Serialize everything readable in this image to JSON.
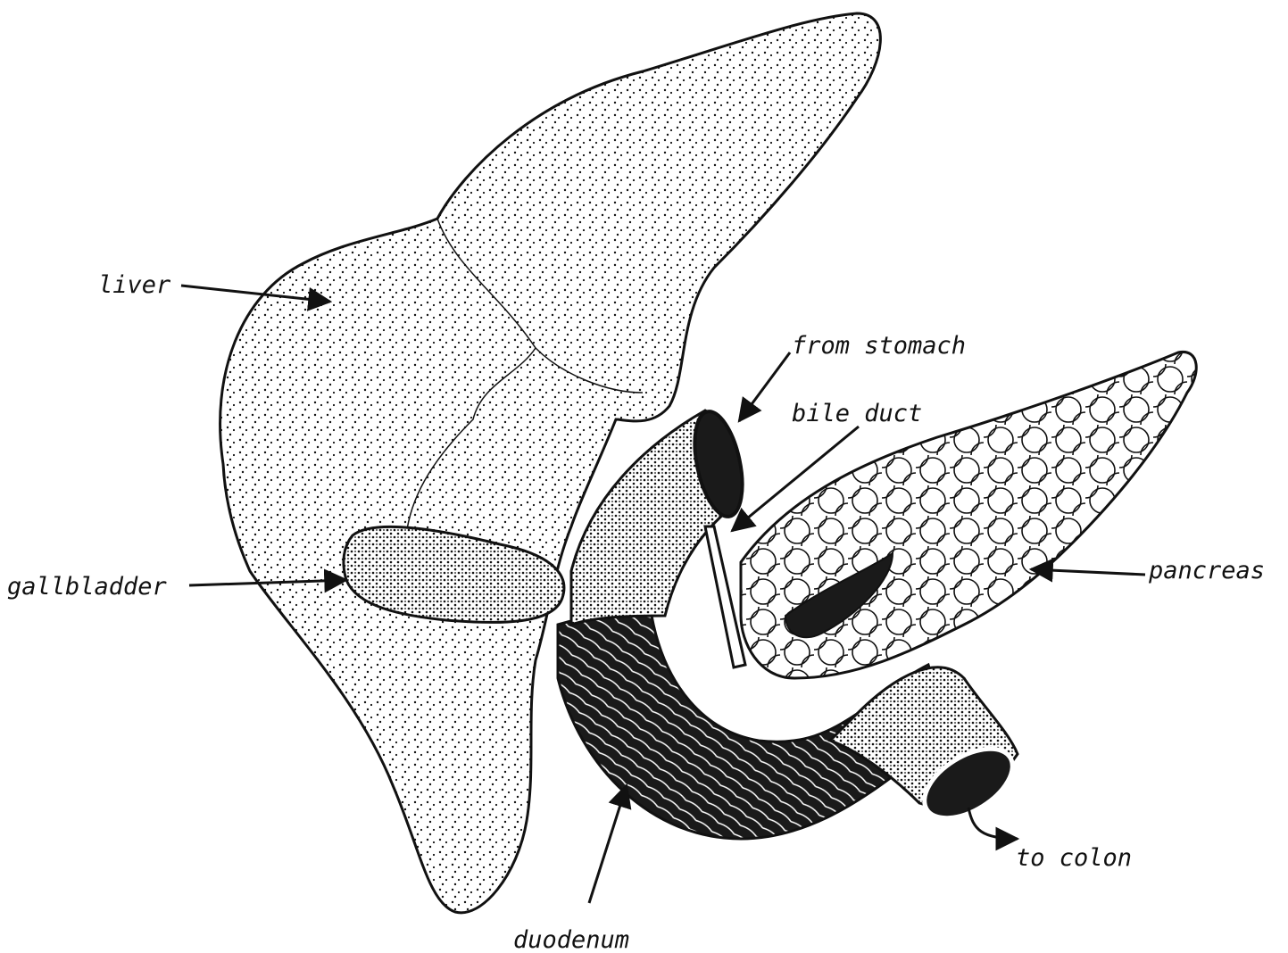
{
  "labels": {
    "liver": "liver",
    "gallbladder": "gallbladder",
    "from_stomach": "from stomach",
    "bile_duct": "bile duct",
    "pancreas": "pancreas",
    "duodenum": "duodenum",
    "to_colon": "to colon"
  },
  "colors": {
    "ink": "#111111",
    "paper": "#ffffff",
    "dark_fill": "#2a2a2a"
  }
}
